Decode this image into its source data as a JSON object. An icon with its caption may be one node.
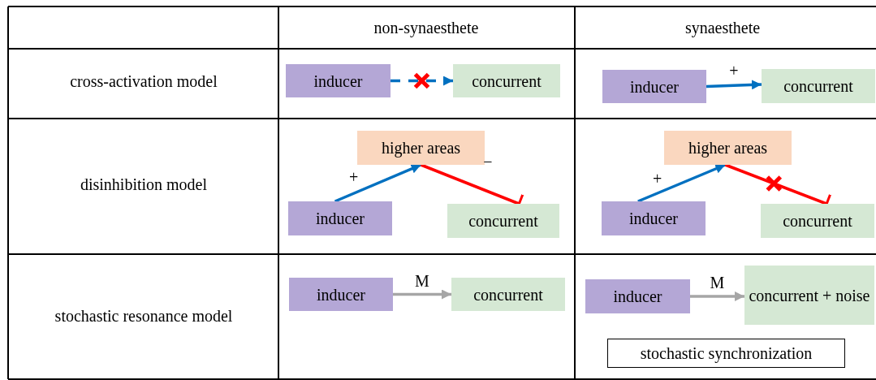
{
  "diagram": {
    "nodes": [
      {
        "text": [
          "inducer"
        ]
      },
      {
        "text": [
          "concurrent"
        ]
      },
      {
        "text": [
          "inducer"
        ]
      },
      {
        "text": [
          "concurrent"
        ]
      },
      {
        "text": [
          "higher areas"
        ]
      },
      {
        "text": [
          "inducer"
        ]
      },
      {
        "text": [
          "concurrent"
        ]
      },
      {
        "text": [
          "higher areas"
        ]
      },
      {
        "text": [
          "inducer"
        ]
      },
      {
        "text": [
          "concurrent"
        ]
      },
      {
        "text": [
          "inducer"
        ]
      },
      {
        "text": [
          "concurrent"
        ]
      },
      {
        "text": [
          "inducer"
        ]
      },
      {
        "text": [
          "concurrent + noise"
        ]
      },
      {
        "text": [
          "stochastic synchronization"
        ]
      }
    ],
    "edges": [
      {
        "from": 0,
        "to": 1,
        "arrow": "to",
        "style": "dashed"
      },
      {
        "from": 2,
        "to": 3,
        "arrow": "to",
        "label": "+"
      },
      {
        "from": 5,
        "to": 4,
        "arrow": "to",
        "label": "+"
      },
      {
        "from": 4,
        "to": 6,
        "arrow": "other",
        "label": "−",
        "color": "#ff0000"
      },
      {
        "from": 8,
        "to": 7,
        "arrow": "to",
        "label": "+"
      },
      {
        "from": 7,
        "to": 9,
        "arrow": "other",
        "color": "#ff0000"
      },
      {
        "from": 10,
        "to": 11,
        "arrow": "to",
        "label": "M",
        "color": "#a6a6a6"
      },
      {
        "from": 12,
        "to": 13,
        "arrow": "to",
        "label": "M",
        "color": "#a6a6a6"
      }
    ],
    "labels": [
      "non-synaesthete",
      "synaesthete",
      "cross-activation model",
      "disinhibition model",
      "stochastic resonance model"
    ]
  }
}
